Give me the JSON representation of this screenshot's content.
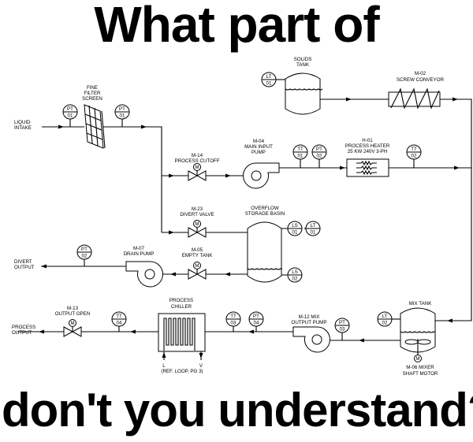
{
  "title_top": "What part of",
  "title_bottom": "don't you understand?",
  "motor_symbol": "M",
  "labels": {
    "liquid_intake": [
      "LIQUID",
      "INTAKE"
    ],
    "filter": [
      "FINE",
      "FILTER",
      "SCREEN"
    ],
    "solids_tank": [
      "SOLIDS",
      "TANK"
    ],
    "screw_conveyor": [
      "M-02",
      "SCREW CONVEYOR"
    ],
    "process_cutoff": [
      "M-14",
      "PROCESS CUTOFF"
    ],
    "main_input_pump": [
      "M-04",
      "MAIN INPUT",
      "PUMP"
    ],
    "process_heater": [
      "H-01",
      "PROCESS HEATER",
      "25 KW 240V 3-PH"
    ],
    "divert_valve": [
      "M-23",
      "DIVERT VALVE"
    ],
    "overflow_basin": [
      "OVERFLOW",
      "STORAGE BASIN"
    ],
    "drain_pump": [
      "M-07",
      "DRAIN PUMP"
    ],
    "empty_tank": [
      "M-05",
      "EMPTY TANK"
    ],
    "divert_output": [
      "DIVERT",
      "OUTPUT"
    ],
    "process_chiller": [
      "PROCESS",
      "CHILLER"
    ],
    "chiller_ports": [
      "L",
      "V",
      "(REF. LOOP, PG 3)"
    ],
    "output_open": [
      "M-13",
      "OUTPUT OPEN"
    ],
    "process_output": [
      "PROCESS",
      "OUTPUT"
    ],
    "mix_output_pump": [
      "M-12 MIX",
      "OUTPUT PUMP"
    ],
    "mix_tank": [
      "MIX TANK"
    ],
    "mixer_motor": [
      "M-06 MIXER",
      "SHAFT MOTOR"
    ]
  },
  "instruments": [
    {
      "tag": "PT",
      "num": "01"
    },
    {
      "tag": "PT",
      "num": "01"
    },
    {
      "tag": "LT",
      "num": "01"
    },
    {
      "tag": "TT",
      "num": "01"
    },
    {
      "tag": "PT",
      "num": "02"
    },
    {
      "tag": "TT",
      "num": "02"
    },
    {
      "tag": "LS",
      "num": "01"
    },
    {
      "tag": "LT",
      "num": "01"
    },
    {
      "tag": "LS",
      "num": "02"
    },
    {
      "tag": "PT",
      "num": "02"
    },
    {
      "tag": "TT",
      "num": "04"
    },
    {
      "tag": "TT",
      "num": "03"
    },
    {
      "tag": "PT",
      "num": "04"
    },
    {
      "tag": "PT",
      "num": "03"
    },
    {
      "tag": "LT",
      "num": "02"
    }
  ]
}
